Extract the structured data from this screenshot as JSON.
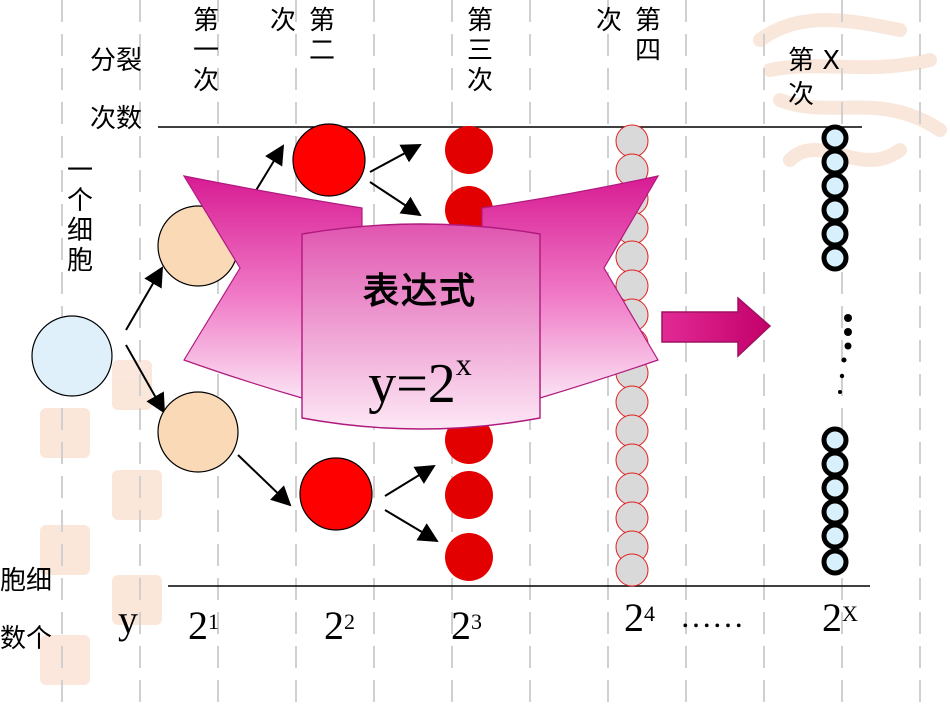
{
  "labels": {
    "split_count_1": "分裂",
    "split_count_2": "次数",
    "one_cell": "一个细胞",
    "cell_count_1": "胞细",
    "cell_count_2": "数个"
  },
  "columns": [
    {
      "header": "第一次",
      "base": "2",
      "exp": "1"
    },
    {
      "header": "次第二",
      "base": "2",
      "exp": "2"
    },
    {
      "header": "第三次",
      "base": "2",
      "exp": "3"
    },
    {
      "header": "次第四",
      "base": "2",
      "exp": "4"
    },
    {
      "header": "第X次",
      "base": "2",
      "exp": "X"
    }
  ],
  "y_label": "y",
  "ellipsis": "……",
  "banner": {
    "title": "表达式",
    "formula_base": "y=2",
    "formula_exp": "x"
  },
  "colors": {
    "cell_start": "#dff0fb",
    "cell_gen1": "#fad9b7",
    "cell_gen2": "#ff0000",
    "cell_gen3": "#e30000",
    "cell_gen4": "#d9d9d9",
    "cell_genx": "#d7f0fb",
    "banner": "#d9239a",
    "arrow": "#d40f7d"
  }
}
